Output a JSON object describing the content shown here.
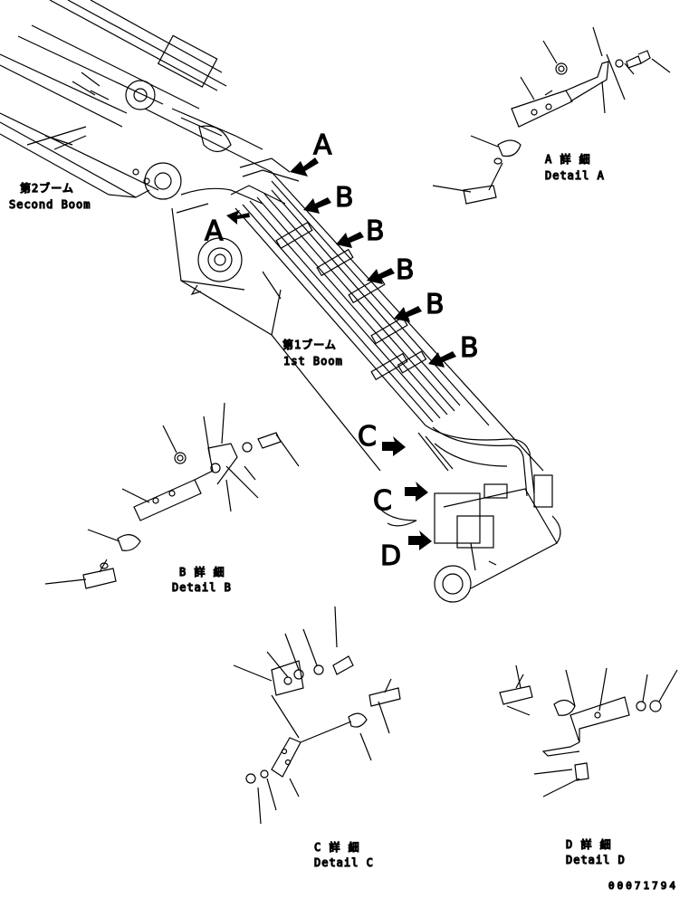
{
  "labels": {
    "second_boom_jp": "第2ブーム",
    "second_boom_en": "Second Boom",
    "first_boom_jp": "第1ブーム",
    "first_boom_en": "1st Boom"
  },
  "callouts": {
    "a_top": "A",
    "a_left": "A",
    "b1": "B",
    "b2": "B",
    "b3": "B",
    "b4": "B",
    "b5": "B",
    "c1": "C",
    "c2": "C",
    "d": "D"
  },
  "details": {
    "a_jp": "A 詳 細",
    "a_en": "Detail A",
    "b_jp": "B 詳 細",
    "b_en": "Detail B",
    "c_jp": "C 詳 細",
    "c_en": "Detail C",
    "d_jp": "D 詳 細",
    "d_en": "Detail D"
  },
  "doc_number": "00071794"
}
